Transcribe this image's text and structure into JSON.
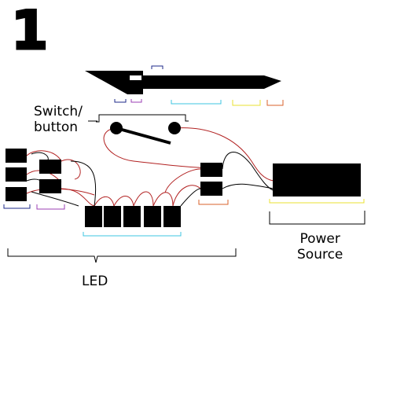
{
  "step_number": "1",
  "labels": {
    "switch_line1": "Switch/",
    "switch_line2": "button",
    "power_line1": "Power",
    "power_line2": "Source",
    "led": "LED"
  },
  "colors": {
    "wire": "#b22222",
    "wire_black": "#000000",
    "component": "#000000",
    "bracket_navy": "#1e2a8a",
    "bracket_purple": "#9b3fb5",
    "bracket_cyan": "#3ec5e0",
    "bracket_yellow": "#e8e030",
    "bracket_orange": "#d9622b",
    "bracket_black": "#000000"
  }
}
